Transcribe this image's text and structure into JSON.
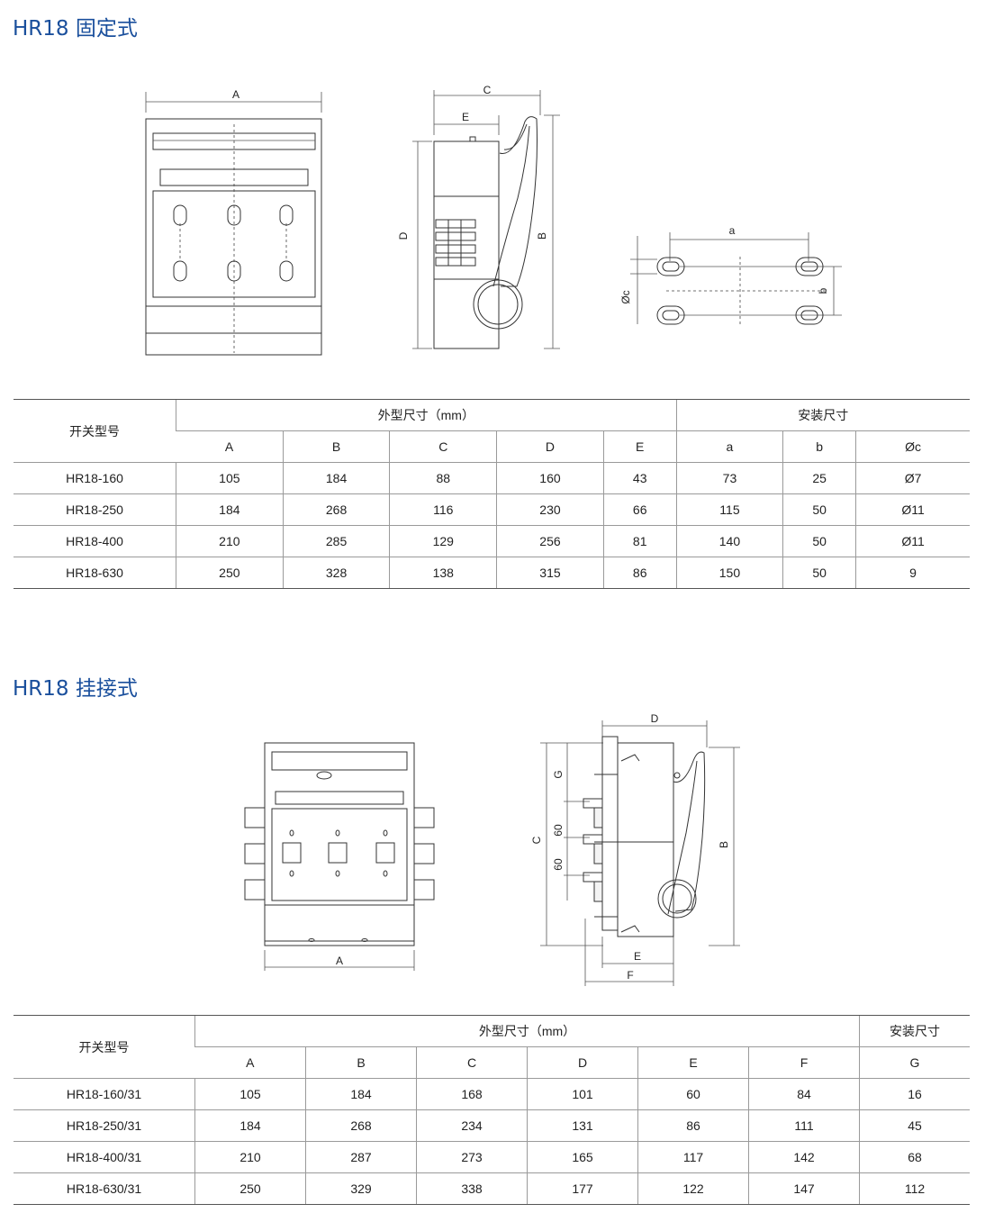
{
  "section1": {
    "title": "HR18 固定式",
    "drawing_labels": {
      "A": "A",
      "B": "B",
      "C": "C",
      "D": "D",
      "E": "E",
      "a": "a",
      "b": "b",
      "dc": "Øc"
    },
    "table": {
      "col_model": "开关型号",
      "group_dims": "外型尺寸（mm）",
      "group_mount": "安装尺寸",
      "dim_headers": [
        "A",
        "B",
        "C",
        "D",
        "E"
      ],
      "mount_headers": [
        "a",
        "b",
        "Øc"
      ],
      "rows": [
        [
          "HR18-160",
          "105",
          "184",
          "88",
          "160",
          "43",
          "73",
          "25",
          "Ø7"
        ],
        [
          "HR18-250",
          "184",
          "268",
          "116",
          "230",
          "66",
          "115",
          "50",
          "Ø11"
        ],
        [
          "HR18-400",
          "210",
          "285",
          "129",
          "256",
          "81",
          "140",
          "50",
          "Ø11"
        ],
        [
          "HR18-630",
          "250",
          "328",
          "138",
          "315",
          "86",
          "150",
          "50",
          "9"
        ]
      ]
    }
  },
  "section2": {
    "title": "HR18 挂接式",
    "drawing_labels": {
      "A": "A",
      "B": "B",
      "C": "C",
      "D": "D",
      "E": "E",
      "F": "F",
      "G": "G",
      "d60a": "60",
      "d60b": "60"
    },
    "table": {
      "col_model": "开关型号",
      "group_dims": "外型尺寸（mm）",
      "group_mount": "安装尺寸",
      "dim_headers": [
        "A",
        "B",
        "C",
        "D",
        "E",
        "F"
      ],
      "mount_headers": [
        "G"
      ],
      "rows": [
        [
          "HR18-160/31",
          "105",
          "184",
          "168",
          "101",
          "60",
          "84",
          "16"
        ],
        [
          "HR18-250/31",
          "184",
          "268",
          "234",
          "131",
          "86",
          "111",
          "45"
        ],
        [
          "HR18-400/31",
          "210",
          "287",
          "273",
          "165",
          "117",
          "142",
          "68"
        ],
        [
          "HR18-630/31",
          "250",
          "329",
          "338",
          "177",
          "122",
          "147",
          "112"
        ]
      ]
    }
  }
}
